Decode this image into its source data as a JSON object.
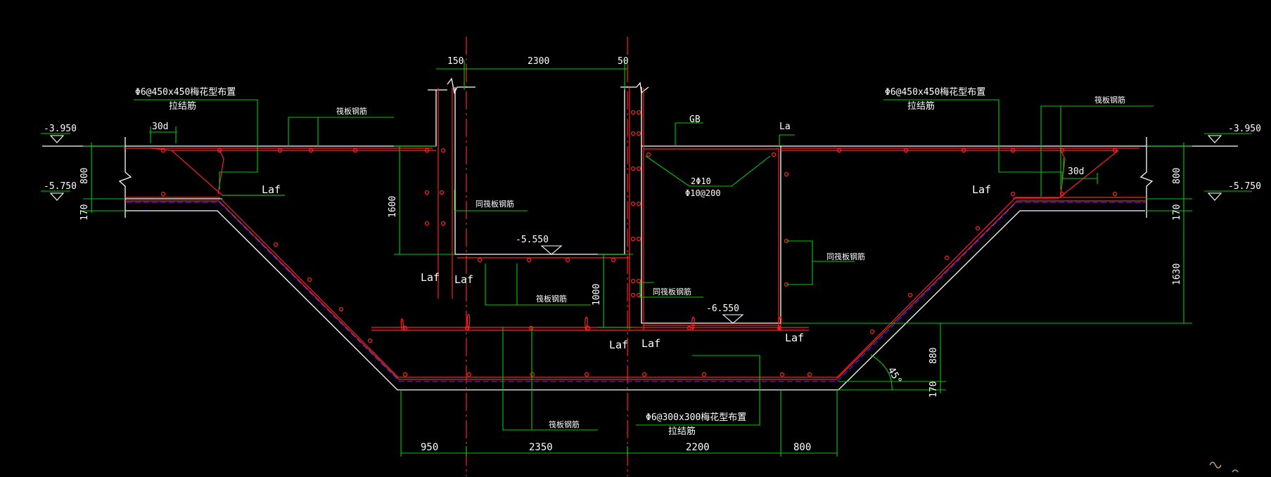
{
  "colors": {
    "background": "#000000",
    "concrete": "#ffffff",
    "rebar": "#ff2020",
    "dimension": "#00cc00",
    "waterproof": "#3030ff",
    "centerline": "#ff2020"
  },
  "annotations": {
    "left_mesh": "Φ6@450x450梅花型布置",
    "left_mesh_sub": "拉结筋",
    "right_mesh": "Φ6@450x450梅花型布置",
    "right_mesh_sub": "拉结筋",
    "bottom_mesh": "Φ6@300x300梅花型布置",
    "bottom_mesh_sub": "拉结筋",
    "top_rebar_left": "筏板钢筋",
    "top_rebar_right": "筏板钢筋",
    "pit_rebar_mid": "筏板钢筋",
    "pit_rebar_bottom": "筏板钢筋",
    "side_rebar_left": "同筏板钢筋",
    "side_rebar_mid": "同筏板钢筋",
    "side_rebar_right": "同筏板钢筋",
    "gb": "GB",
    "la": "La",
    "bar_2phi10": "2Φ10",
    "bar_phi10": "Φ10@200",
    "d30_left": "30d",
    "d30_right": "30d",
    "laf_left": "Laf",
    "laf_right": "Laf",
    "laf_pit1": "Laf",
    "laf_pit2": "Laf",
    "laf_pit3": "Laf",
    "laf_pit4": "Laf",
    "laf_pit5": "Laf",
    "angle": "45°"
  },
  "elevations": {
    "left_top": "-3.950",
    "left_bottom": "-5.750",
    "right_top": "-3.950",
    "right_bottom": "-5.750",
    "pit1_bottom": "-5.550",
    "pit2_bottom": "-6.550"
  },
  "dimensions": {
    "top_150": "150",
    "top_2300": "2300",
    "top_50": "50",
    "left_800": "800",
    "left_170": "170",
    "right_800": "800",
    "right_170": "170",
    "right_1630": "1630",
    "right_880": "880",
    "right_170b": "170",
    "pit_1600": "1600",
    "pit_1000": "1000",
    "bottom_950": "950",
    "bottom_2350": "2350",
    "bottom_2200": "2200",
    "bottom_800": "800"
  }
}
